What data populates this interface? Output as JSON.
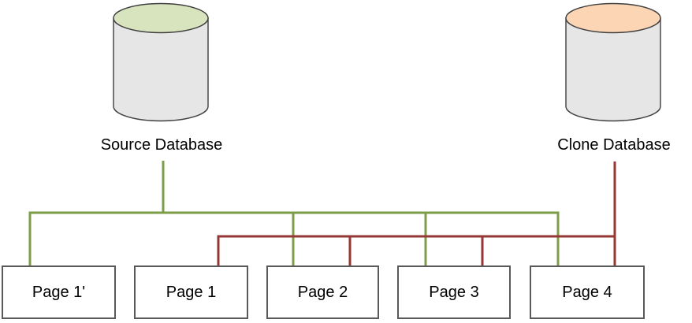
{
  "diagram": {
    "databases": {
      "source": {
        "label": "Source Database",
        "top_color": "#D8E4BE",
        "body_color": "#E6E6E6",
        "line_color": "#7E9D49"
      },
      "clone": {
        "label": "Clone Database",
        "top_color": "#FBD5B4",
        "body_color": "#E6E6E6",
        "line_color": "#953735"
      }
    },
    "pages": [
      {
        "label": "Page 1'",
        "linked_to": "source"
      },
      {
        "label": "Page 1",
        "linked_to": "clone"
      },
      {
        "label": "Page 2",
        "linked_to": "source, clone"
      },
      {
        "label": "Page 3",
        "linked_to": "source, clone"
      },
      {
        "label": "Page 4",
        "linked_to": "source, clone"
      }
    ],
    "colors": {
      "source_line": "#7E9D49",
      "clone_line": "#953735",
      "box_border": "#595959",
      "cylinder_border": "#3F3F3F",
      "text": "#000000",
      "background": "#FFFFFF"
    }
  }
}
